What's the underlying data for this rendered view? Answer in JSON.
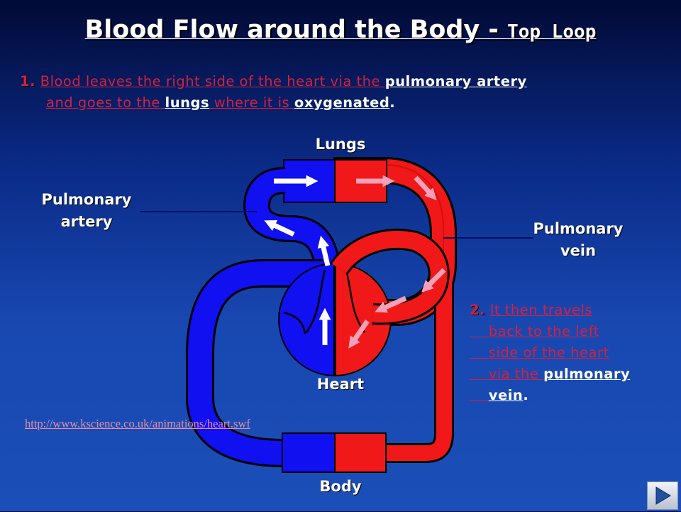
{
  "title": {
    "main": "Blood Flow around the Body - ",
    "sub": "Top Loop"
  },
  "para1": {
    "num": "1.",
    "t1": "Blood leaves the right side of the heart via the ",
    "h1": "pulmonary artery",
    "t2": "and goes to the ",
    "h2": "lungs",
    "t3": " where it is ",
    "h3": "oxygenated",
    "end": "."
  },
  "para2": {
    "num": "2.",
    "l1": "It then travels",
    "l2": "back to the left",
    "l3": "side of the heart",
    "l4a": "via the ",
    "l4b": "pulmonary",
    "l5": "vein",
    "end": "."
  },
  "labels": {
    "lungs": "Lungs",
    "pulmonary_artery": "Pulmonary\nartery",
    "pulmonary_vein": "Pulmonary\nvein",
    "heart": "Heart",
    "body": "Body"
  },
  "link": "http://www.kscience.co.uk/animations/heart.swf",
  "colors": {
    "deoxygenated": "#1010f0",
    "oxygenated": "#f01818",
    "text_red": "#d4213f",
    "link": "#e98fa6"
  },
  "icons": {
    "next_button": "play-triangle-icon"
  }
}
